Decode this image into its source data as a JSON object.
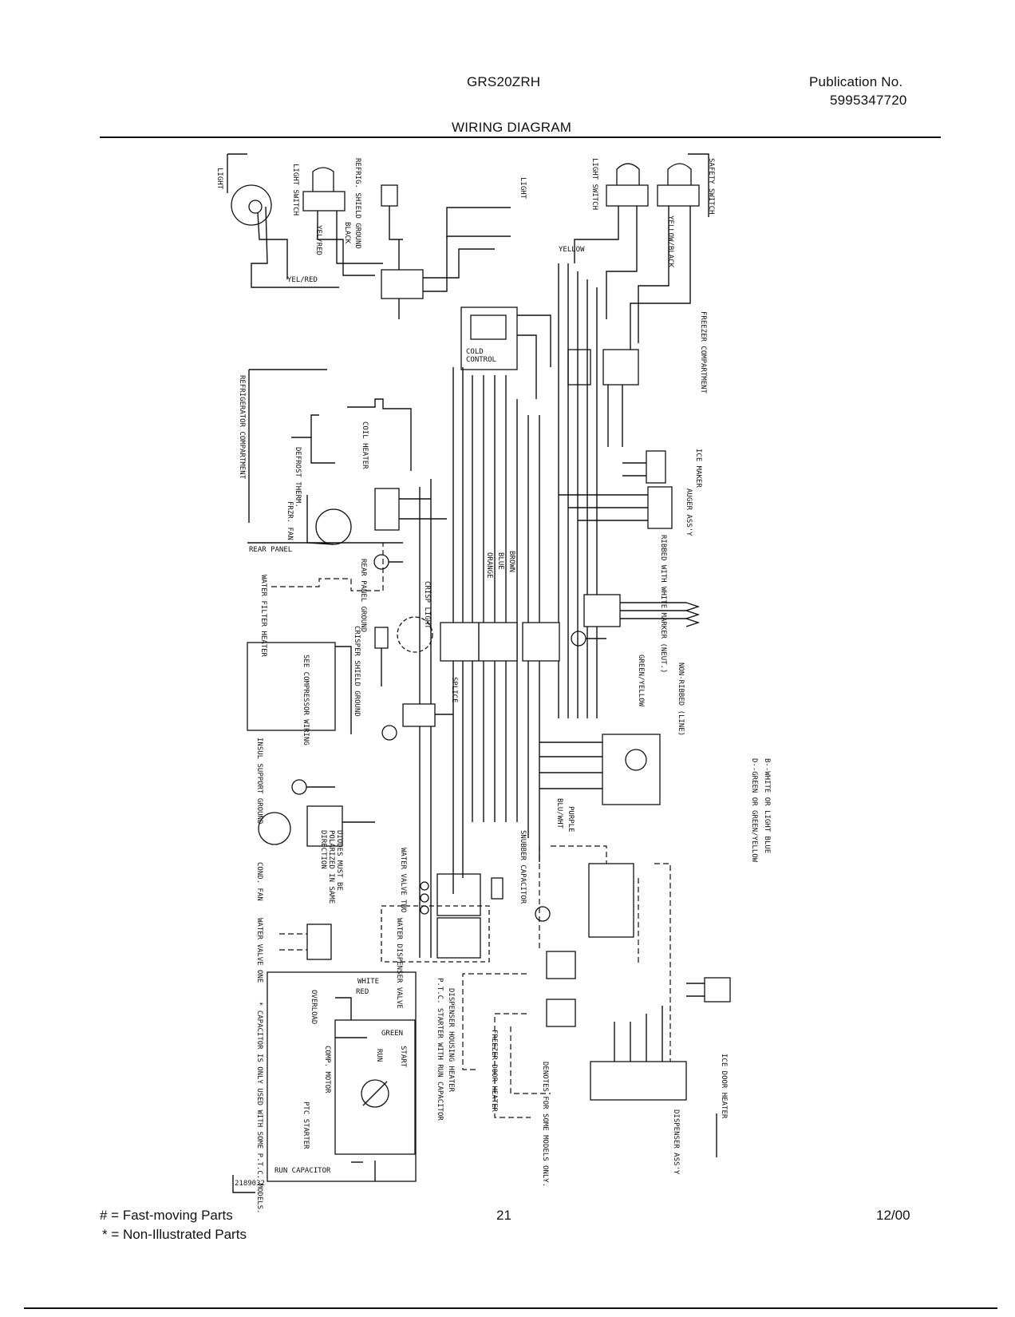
{
  "header": {
    "model": "GRS20ZRH",
    "publication_label": "Publication No.",
    "publication_number": "5995347720",
    "subtitle": "WIRING DIAGRAM"
  },
  "diagram": {
    "labels": {
      "light_left": "LIGHT",
      "light_switch_left": "LIGHT SWITCH",
      "refrig_shield_ground": "REFRIG. SHIELD GROUND",
      "light_top": "LIGHT",
      "light_switch_right": "LIGHT SWITCH",
      "safety_switch": "SAFETY SWITCH",
      "black_1": "BLACK",
      "yel_red_1": "YEL/RED",
      "yel_red_2": "YEL/RED",
      "yellow_1": "YELLOW",
      "yellow_black": "YELLOW/BLACK",
      "cold_control": "COLD CONTROL",
      "freezer_compartment": "FREEZER COMPARTMENT",
      "refrigerator_compartment": "REFRIGERATOR COMPARTMENT",
      "coil_heater": "COIL HEATER",
      "defrost_therm": "DEFROST THERM.",
      "frzr_fan": "FRZR. FAN",
      "ice_maker": "ICE MAKER",
      "auger_assy": "AUGER ASS'Y",
      "rear_panel": "REAR PANEL",
      "rear_panel_ground": "REAR PANEL GROUND",
      "water_filter_heater": "WATER FILTER HEATER",
      "crisp_light": "CRISP LIGHT",
      "crisper_shield_ground": "CRISPER SHIELD GROUND",
      "see_compressor_wiring": "SEE COMPRESSOR WIRING",
      "insul_support_ground": "INSUL SUPPORT GROUND",
      "cond_fan": "COND. FAN",
      "diodes_note": "DIODES MUST BE POLARIZED IN SAME DIRECTION",
      "water_valve_one": "WATER VALVE ONE",
      "water_valve_two": "WATER VALVE TWO",
      "water_dispenser_valve": "WATER DISPENSER VALVE",
      "snubber_capacitor": "SNUBBER CAPACITOR",
      "ribbed_note": "RIBBED WITH WHITE MARKER (NEUT.)",
      "non_ribbed": "NON-RIBBED (LINE)",
      "green_yellow": "GREEN/YELLOW",
      "color_key_b": "B--WHITE OR LIGHT BLUE",
      "color_key_d": "D--GREEN OR GREEN/YELLOW",
      "dispenser_housing_heater": "DISPENSER HOUSING HEATER",
      "ptc_starter_note": "P.T.C. STARTER WITH RUN CAPACITOR",
      "freezer_door_heater": "FREEZER DOOR HEATER",
      "denotes_note": "DENOTES FOR SOME MODELS ONLY.",
      "ice_door_heater": "ICE DOOR HEATER",
      "dispenser_assy": "DISPENSER ASS'Y",
      "capacitor_note": "* CAPACITOR IS ONLY USED WITH SOME P.T.C. MODELS.",
      "overload": "OVERLOAD",
      "white": "WHITE",
      "red": "RED",
      "green": "GREEN",
      "comp_motor": "COMP. MOTOR",
      "start": "START",
      "run": "RUN",
      "ptc_starter": "PTC STARTER",
      "run_capacitor": "RUN CAPACITOR",
      "figure_id": "2189032",
      "purple": "PURPLE",
      "blu_wht": "BLU/WHT",
      "brown": "BROWN",
      "orange": "ORANGE",
      "blue": "BLUE",
      "splice": "SPLICE"
    }
  },
  "footer": {
    "legend_fast": "# = Fast-moving Parts",
    "legend_non": "* = Non-Illustrated Parts",
    "page_number": "21",
    "date": "12/00"
  }
}
